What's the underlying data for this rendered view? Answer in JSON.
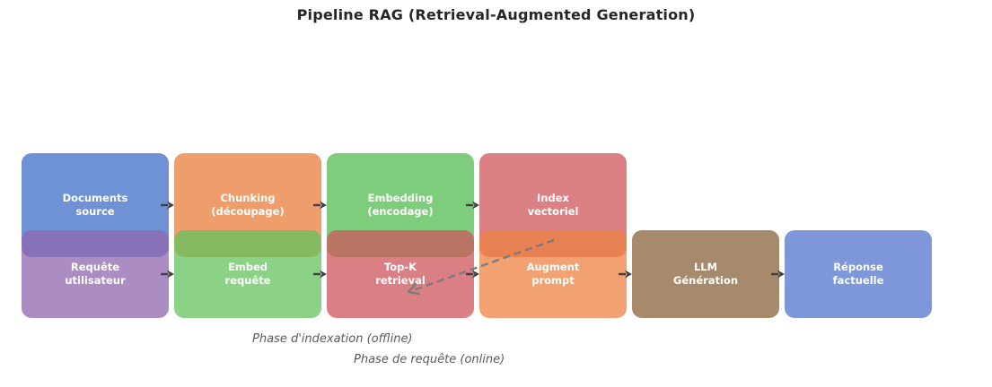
{
  "title": "Pipeline RAG (Retrieval-Augmented Generation)",
  "pipeline": {
    "indexing_row": [
      {
        "label": "Documents\nsource",
        "color": "#6f92d7"
      },
      {
        "label": "Chunking\n(découpage)",
        "color": "#f09d6c"
      },
      {
        "label": "Embedding\n(encodage)",
        "color": "#7ecd7c"
      },
      {
        "label": "Index\nvectoriel",
        "color": "#db8083"
      }
    ],
    "query_row": [
      {
        "label": "Requête\nutilisateur",
        "color": "#ab8dc4"
      },
      {
        "label": "Embed\nrequête",
        "color": "#8bd287"
      },
      {
        "label": "Top-K\nretrieval",
        "color": "#da8085"
      },
      {
        "label": "Augment\nprompt",
        "color": "#f2a272"
      },
      {
        "label": "LLM\nGénération",
        "color": "#a98b6d"
      },
      {
        "label": "Réponse\nfactuelle",
        "color": "#7e98da"
      }
    ]
  },
  "annotations": {
    "offline_phase": "Phase d'indexation (offline)",
    "online_phase": "Phase de requête (online)"
  },
  "flow": {
    "solid_arrow_color": "#3f3f3f",
    "dashed_arrow_color": "#7b7b7b",
    "dashed_link": "Index vectoriel → Top-K retrieval"
  }
}
